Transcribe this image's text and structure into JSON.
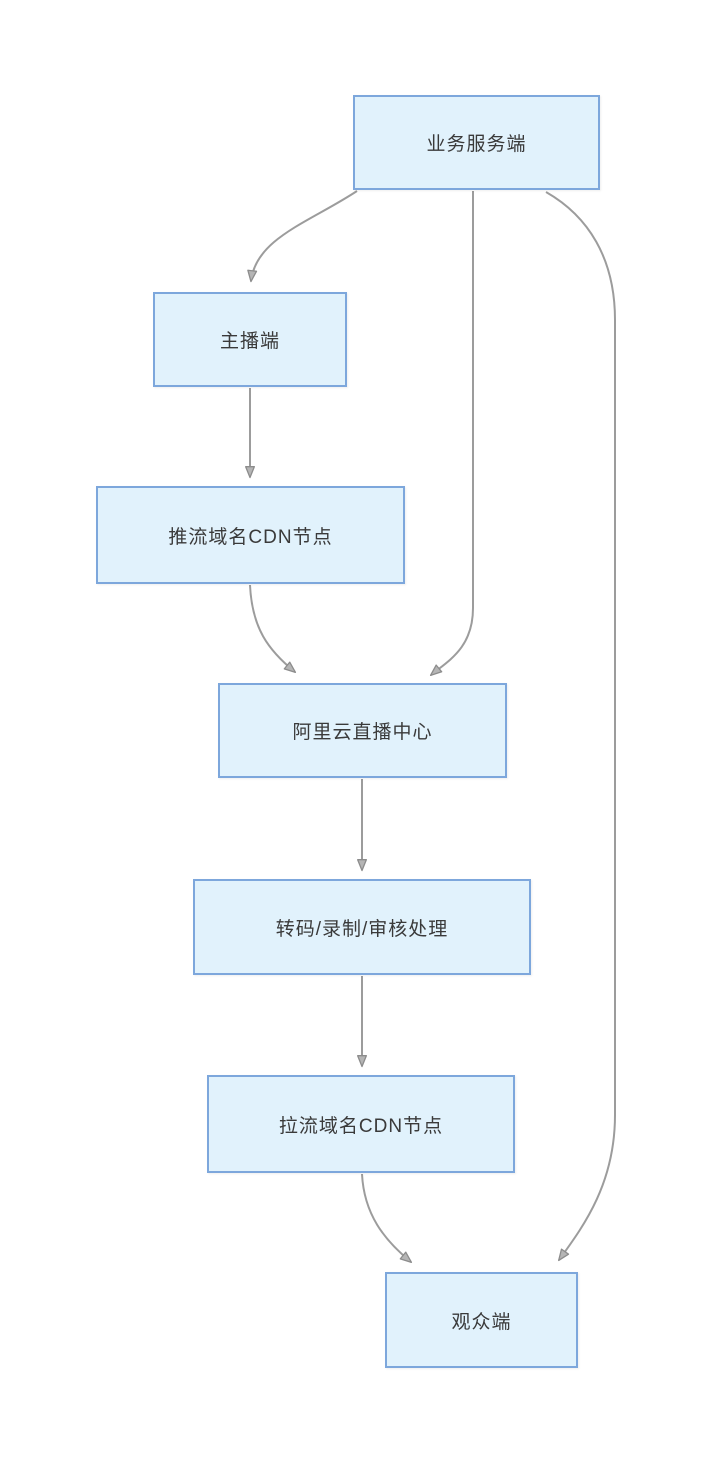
{
  "diagram": {
    "type": "flowchart",
    "colors": {
      "canvas_bg": "#ffffff",
      "node_fill": "#e1f2fc",
      "node_border": "#7da7dc",
      "edge_color": "#9c9c9c",
      "arrowhead_fill": "#b5b5b5",
      "arrowhead_stroke": "#8c8c8c",
      "text": "#3a3a3a"
    },
    "nodes": [
      {
        "id": "business-server",
        "label": "业务服务端"
      },
      {
        "id": "anchor-client",
        "label": "主播端"
      },
      {
        "id": "push-cdn-node",
        "label": "推流域名CDN节点"
      },
      {
        "id": "live-center",
        "label": "阿里云直播中心"
      },
      {
        "id": "processing",
        "label": "转码/录制/审核处理"
      },
      {
        "id": "pull-cdn-node",
        "label": "拉流域名CDN节点"
      },
      {
        "id": "viewer-client",
        "label": "观众端"
      }
    ],
    "edges": [
      {
        "from": "业务服务端",
        "to": "主播端"
      },
      {
        "from": "业务服务端",
        "to": "阿里云直播中心"
      },
      {
        "from": "业务服务端",
        "to": "观众端"
      },
      {
        "from": "主播端",
        "to": "推流域名CDN节点"
      },
      {
        "from": "推流域名CDN节点",
        "to": "阿里云直播中心"
      },
      {
        "from": "阿里云直播中心",
        "to": "转码/录制/审核处理"
      },
      {
        "from": "转码/录制/审核处理",
        "to": "拉流域名CDN节点"
      },
      {
        "from": "拉流域名CDN节点",
        "to": "观众端"
      }
    ]
  }
}
